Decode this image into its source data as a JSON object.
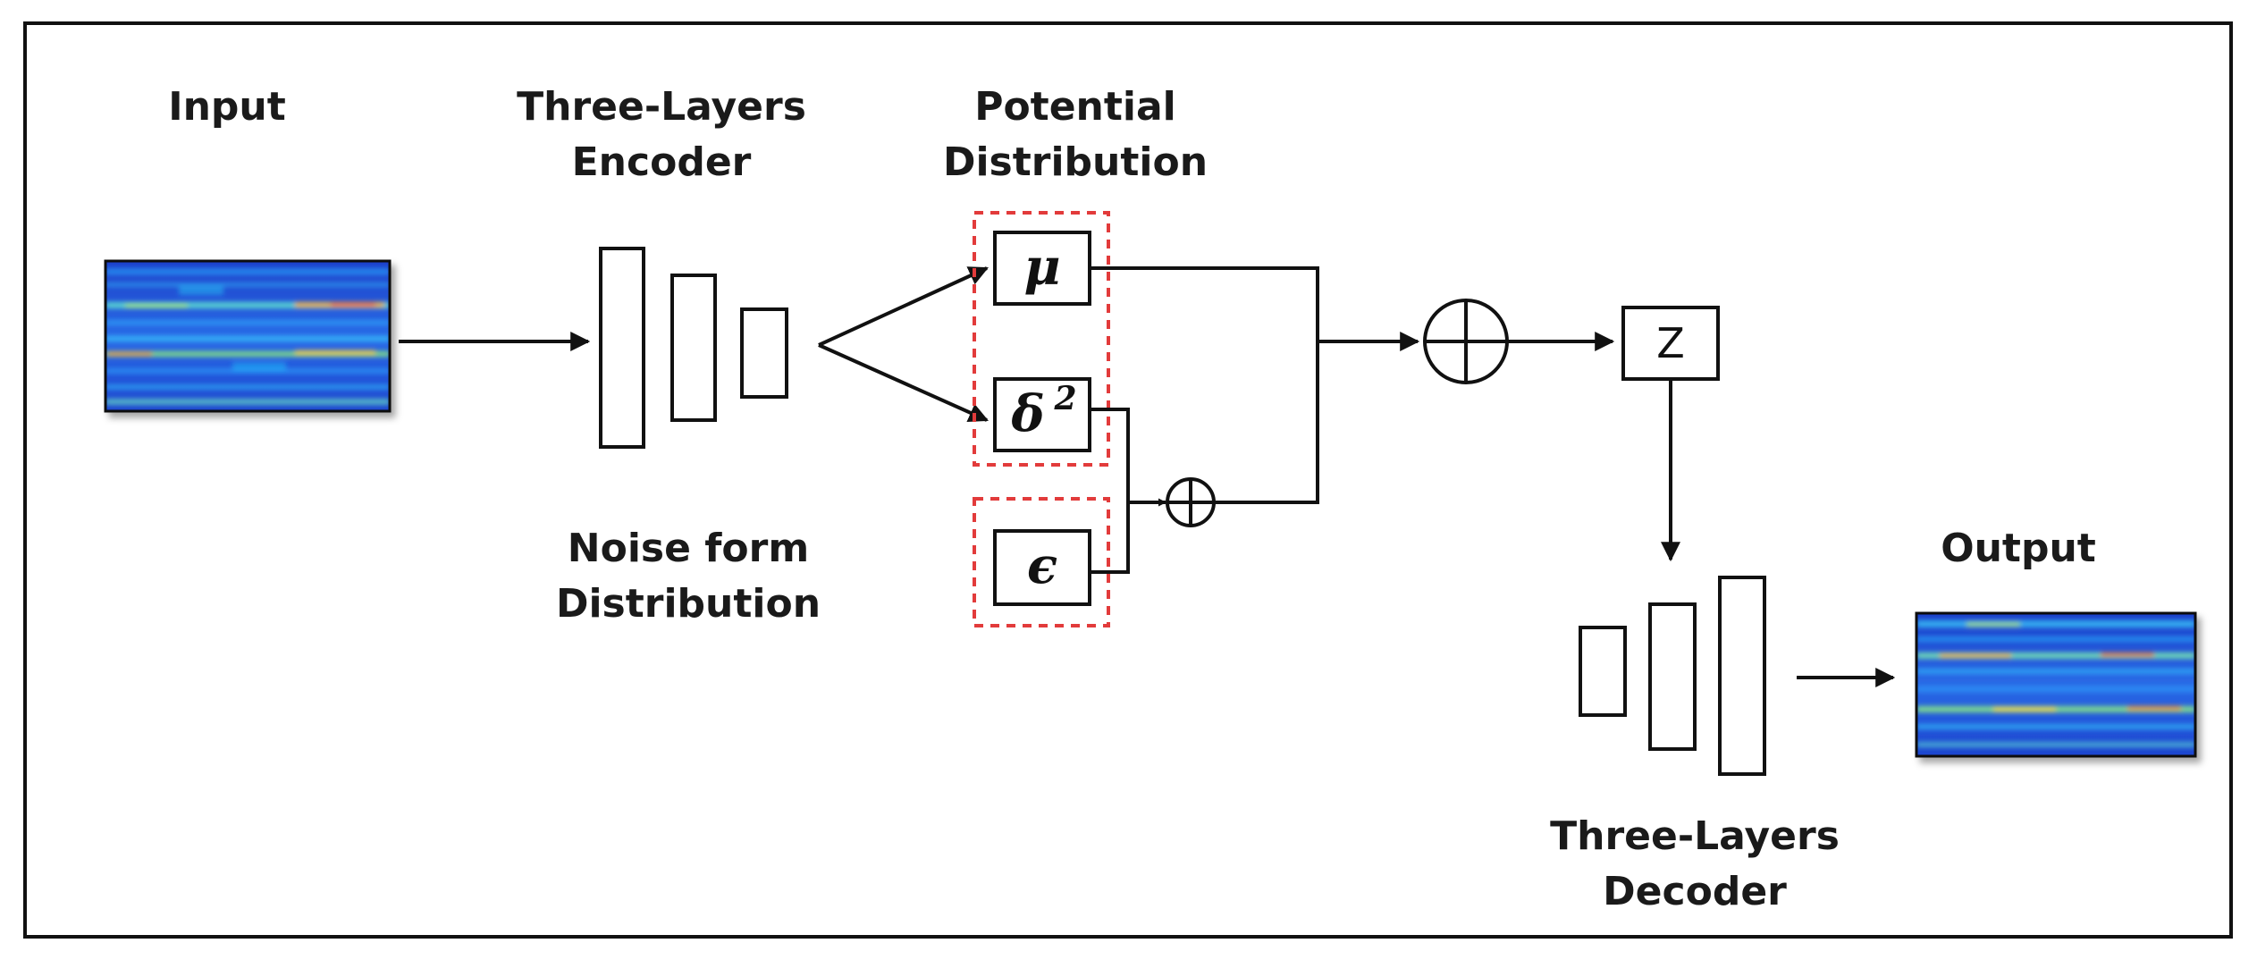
{
  "labels": {
    "input": "Input",
    "encoder_line1": "Three-Layers",
    "encoder_line2": "Encoder",
    "potential_line1": "Potential",
    "potential_line2": "Distribution",
    "noise_line1": "Noise form",
    "noise_line2": "Distribution",
    "output": "Output",
    "decoder_line1": "Three-Layers",
    "decoder_line2": "Decoder"
  },
  "nodes": {
    "mu": "μ",
    "sigma_base": "δ",
    "sigma_exp": "2",
    "epsilon": "ϵ",
    "z": "Z"
  },
  "colors": {
    "line": "#111111",
    "dashed_box": "#e23b3b",
    "heatmap_bg": "#1f4fd6"
  }
}
